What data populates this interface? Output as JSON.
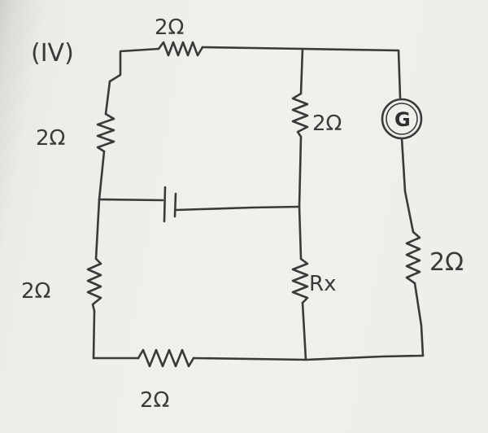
{
  "circuit": {
    "label": "(IV)",
    "resistors": {
      "top": "2Ω",
      "upper_left": "2Ω",
      "middle_upper": "2Ω",
      "lower_left": "2Ω",
      "bottom": "2Ω",
      "unknown": "Rx",
      "right": "2Ω"
    },
    "galvanometer": "G",
    "components": {
      "battery": "cell"
    }
  }
}
